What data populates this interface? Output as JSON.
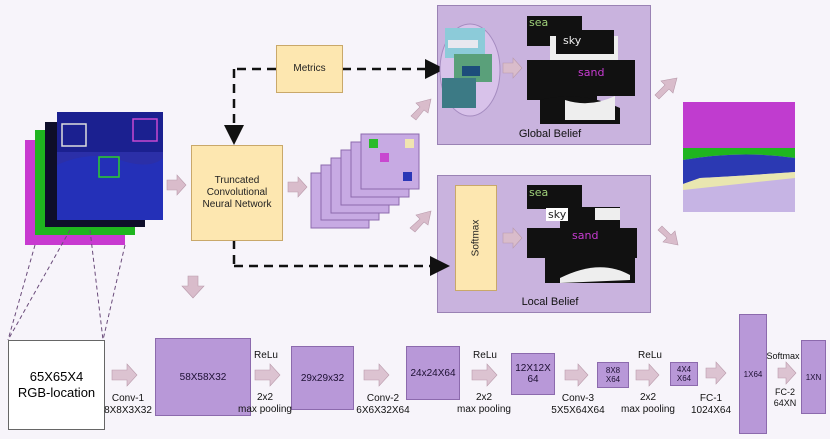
{
  "top": {
    "metrics": "Metrics",
    "tcnn": [
      "Truncated",
      "Convolutional",
      "Neural Network"
    ],
    "global_belief": "Global Belief",
    "local_belief": "Local Belief",
    "softmax_vertical": "Softmax",
    "mask_labels": {
      "sea": "sea",
      "sky": "sky",
      "sand": "sand"
    }
  },
  "pipeline": {
    "input": [
      "65X65X4",
      "RGB-location"
    ],
    "conv1": [
      "Conv-1",
      "8X8X3X32"
    ],
    "fm1": "58X58X32",
    "relu1": "ReLu",
    "pool1": [
      "2x2",
      "max pooling"
    ],
    "fm2": "29x29x32",
    "conv2": [
      "Conv-2",
      "6X6X32X64"
    ],
    "fm3": "24x24X64",
    "relu2": "ReLu",
    "pool2": [
      "2x2",
      "max pooling"
    ],
    "fm4": [
      "12X12X",
      "64"
    ],
    "conv3": [
      "Conv-3",
      "5X5X64X64"
    ],
    "fm5": [
      "8X8",
      "X64"
    ],
    "relu3": "ReLu",
    "pool3": [
      "2x2",
      "max pooling"
    ],
    "fm6": [
      "4X4",
      "X64"
    ],
    "fc1": [
      "FC-1",
      "1024X64"
    ],
    "fm7": "1X64",
    "softmax": "Softmax",
    "fc2": [
      "FC-2",
      "64XN"
    ],
    "fm8": "1XN"
  },
  "colors": {
    "cnn_purple": "#b898d8",
    "yellow_box": "#fde7b0",
    "panel": "#c9b3de",
    "arrow": "#c9a9b9",
    "sea_text": "#9fd07a",
    "sand_text": "#c73bd1"
  }
}
